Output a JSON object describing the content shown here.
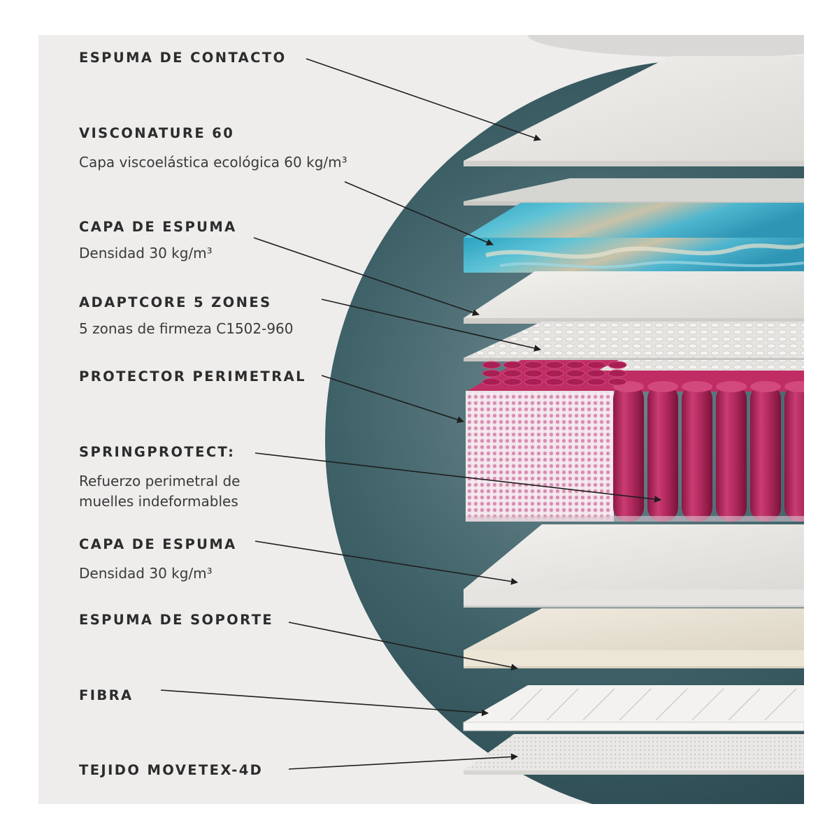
{
  "layers": [
    {
      "id": "espuma-contacto",
      "title": "ESPUMA DE CONTACTO",
      "desc": []
    },
    {
      "id": "visconature",
      "title": "VISCONATURE 60",
      "desc": [
        "Capa viscoelástica ecológica 60 kg/m³"
      ]
    },
    {
      "id": "capa-espuma-1",
      "title": "CAPA DE ESPUMA",
      "desc": [
        "Densidad 30 kg/m³"
      ]
    },
    {
      "id": "adaptcore",
      "title": "ADAPTCORE 5 ZONES",
      "desc": [
        "5 zonas de firmeza C1502-960"
      ]
    },
    {
      "id": "protector",
      "title": "PROTECTOR PERIMETRAL",
      "desc": []
    },
    {
      "id": "springprotect",
      "title": "SPRINGPROTECT:",
      "desc": [
        "Refuerzo perimetral de",
        "muelles indeformables"
      ]
    },
    {
      "id": "capa-espuma-2",
      "title": "CAPA DE ESPUMA",
      "desc": [
        "Densidad 30 kg/m³"
      ]
    },
    {
      "id": "espuma-soporte",
      "title": "ESPUMA DE SOPORTE",
      "desc": []
    },
    {
      "id": "fibra",
      "title": "FIBRA",
      "desc": []
    },
    {
      "id": "tejido",
      "title": "TEJIDO MOVETEX-4D",
      "desc": []
    }
  ],
  "colors": {
    "background": "#eeedec",
    "circle": "#2f5259",
    "layer_light": "#e8e6e2",
    "visco": "#3fa9c2",
    "springs": "#b0285e",
    "text": "#2c2c2c"
  }
}
